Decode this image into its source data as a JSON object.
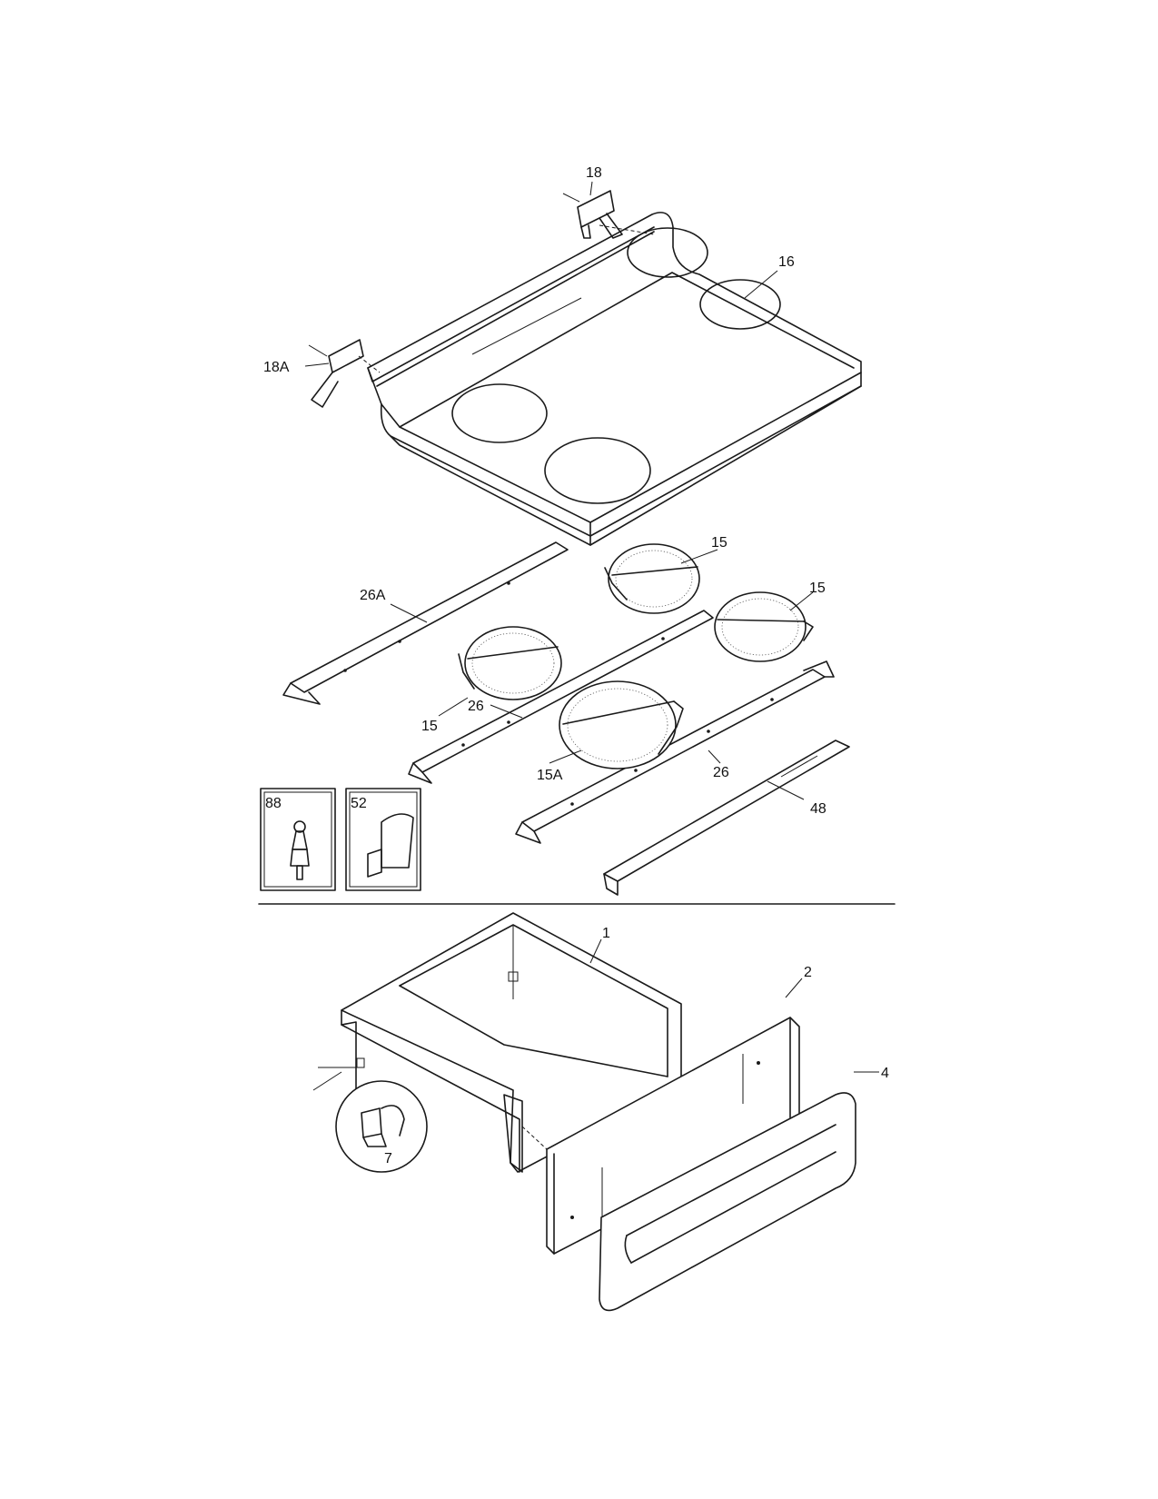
{
  "diagram": {
    "callouts": {
      "p18": "18",
      "p16": "16",
      "p18a": "18A",
      "p15_a": "15",
      "p15_b": "15",
      "p26a": "26A",
      "p15_c": "15",
      "p26_a": "26",
      "p15a": "15A",
      "p26_b": "26",
      "p48": "48",
      "p88": "88",
      "p52": "52",
      "p1": "1",
      "p2": "2",
      "p4": "4",
      "p7": "7"
    }
  }
}
